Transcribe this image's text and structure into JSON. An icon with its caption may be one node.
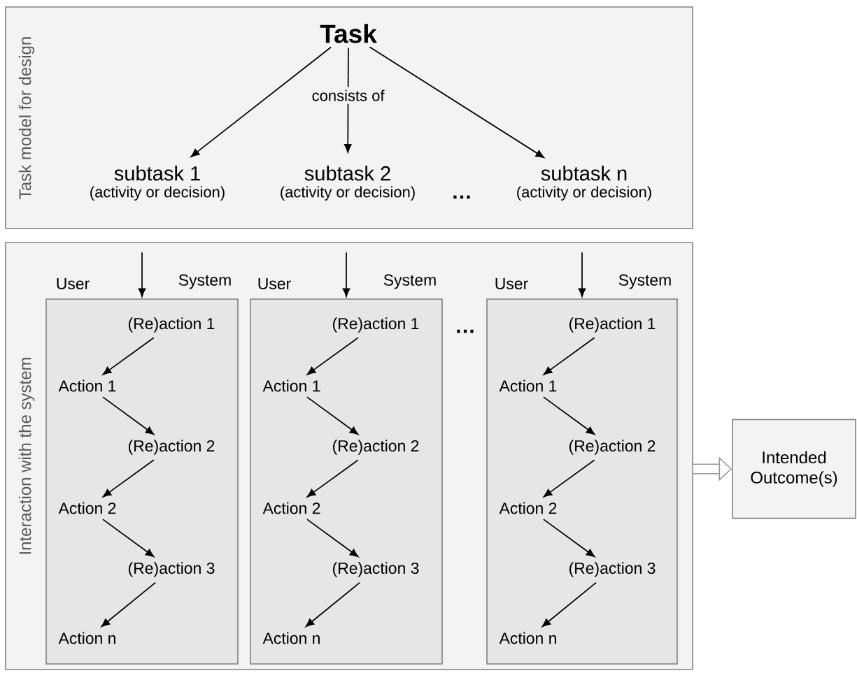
{
  "diagram": {
    "nodes": [
      {
        "text": [
          "Task model for design"
        ]
      },
      {
        "text": [
          "Task"
        ],
        "in": 0
      },
      {
        "text": [
          "subtask 1",
          "(activity or decision)"
        ],
        "in": 0
      },
      {
        "text": [
          "subtask 2",
          "(activity or decision)"
        ],
        "in": 0
      },
      {
        "text": [
          "subtask n",
          "(activity or decision)"
        ],
        "in": 0
      },
      {
        "text": [
          "Interaction with the system"
        ]
      },
      {
        "text": [],
        "shape": "box",
        "in": 5
      },
      {
        "text": [
          "(Re)action 1"
        ],
        "in": 6
      },
      {
        "text": [
          "Action 1"
        ],
        "in": 6
      },
      {
        "text": [
          "(Re)action 2"
        ],
        "in": 6
      },
      {
        "text": [
          "Action 2"
        ],
        "in": 6
      },
      {
        "text": [
          "(Re)action 3"
        ],
        "in": 6
      },
      {
        "text": [
          "Action n"
        ],
        "in": 6
      },
      {
        "text": [],
        "shape": "box",
        "in": 5
      },
      {
        "text": [
          "(Re)action 1"
        ],
        "in": 13
      },
      {
        "text": [
          "Action 1"
        ],
        "in": 13
      },
      {
        "text": [
          "(Re)action 2"
        ],
        "in": 13
      },
      {
        "text": [
          "Action 2"
        ],
        "in": 13
      },
      {
        "text": [
          "(Re)action 3"
        ],
        "in": 13
      },
      {
        "text": [
          "Action n"
        ],
        "in": 13
      },
      {
        "text": [],
        "shape": "box",
        "in": 5
      },
      {
        "text": [
          "(Re)action 1"
        ],
        "in": 20
      },
      {
        "text": [
          "Action 1"
        ],
        "in": 20
      },
      {
        "text": [
          "(Re)action 2"
        ],
        "in": 20
      },
      {
        "text": [
          "Action 2"
        ],
        "in": 20
      },
      {
        "text": [
          "(Re)action 3"
        ],
        "in": 20
      },
      {
        "text": [
          "Action n"
        ],
        "in": 20
      },
      {
        "text": [
          "Intended Outcome(s)"
        ]
      }
    ],
    "edges": [
      {
        "from": 1,
        "to": 2,
        "arrow": "to"
      },
      {
        "from": 1,
        "to": 3,
        "arrow": "to",
        "label": "consists of"
      },
      {
        "from": 1,
        "to": 4,
        "arrow": "to"
      },
      {
        "from": null,
        "to": 6,
        "arrow": "to"
      },
      {
        "from": null,
        "to": 13,
        "arrow": "to"
      },
      {
        "from": null,
        "to": 20,
        "arrow": "to"
      },
      {
        "from": 7,
        "to": 8,
        "arrow": "to"
      },
      {
        "from": 8,
        "to": 9,
        "arrow": "to"
      },
      {
        "from": 9,
        "to": 10,
        "arrow": "to"
      },
      {
        "from": 10,
        "to": 11,
        "arrow": "to"
      },
      {
        "from": 11,
        "to": 12,
        "arrow": "to"
      },
      {
        "from": 14,
        "to": 15,
        "arrow": "to"
      },
      {
        "from": 15,
        "to": 16,
        "arrow": "to"
      },
      {
        "from": 16,
        "to": 17,
        "arrow": "to"
      },
      {
        "from": 17,
        "to": 18,
        "arrow": "to"
      },
      {
        "from": 18,
        "to": 19,
        "arrow": "to"
      },
      {
        "from": 21,
        "to": 22,
        "arrow": "to"
      },
      {
        "from": 22,
        "to": 23,
        "arrow": "to"
      },
      {
        "from": 23,
        "to": 24,
        "arrow": "to"
      },
      {
        "from": 24,
        "to": 25,
        "arrow": "to"
      },
      {
        "from": 25,
        "to": 26,
        "arrow": "to"
      },
      {
        "from": 5,
        "to": 27,
        "arrow": "to",
        "style": "thick",
        "color": "#999999"
      }
    ],
    "labels": [
      "…",
      "User",
      "System",
      "User",
      "System",
      "User",
      "System",
      "…"
    ]
  }
}
